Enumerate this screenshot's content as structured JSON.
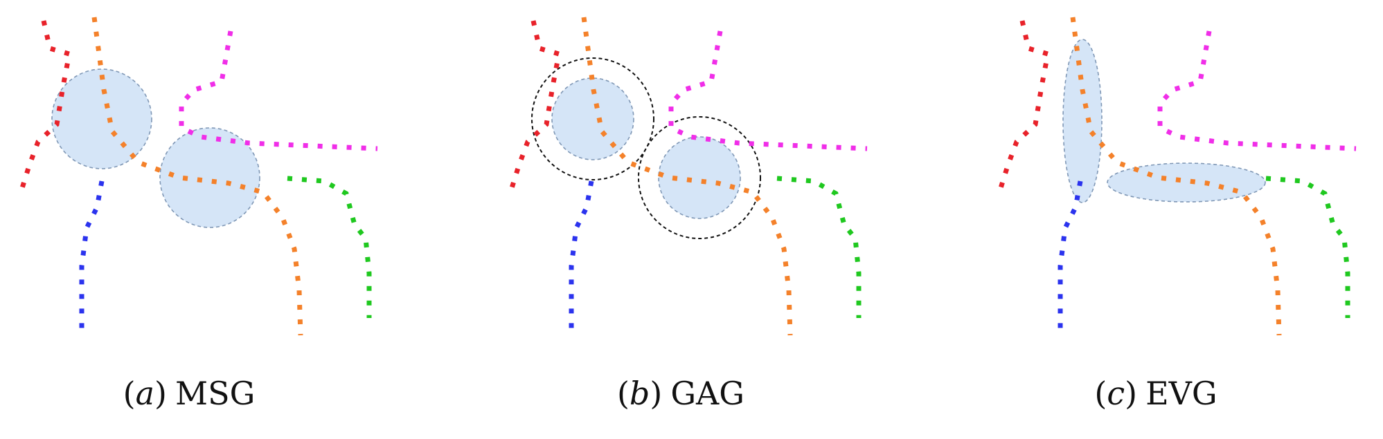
{
  "panels": [
    {
      "prefix": "(",
      "letter": "a",
      "suffix": ")",
      "name": "MSG"
    },
    {
      "prefix": "(",
      "letter": "b",
      "suffix": ")",
      "name": "GAG"
    },
    {
      "prefix": "(",
      "letter": "c",
      "suffix": ")",
      "name": "EVG"
    }
  ],
  "colors": {
    "red": "#e8222a",
    "orange": "#f4812a",
    "magenta": "#f02ee8",
    "blue": "#2b33ee",
    "green": "#1fc81f",
    "region_fill": "#d5e5f7",
    "ring_stroke": "#111111"
  },
  "trajectory_icons": [
    "red-trajectory",
    "orange-trajectory",
    "magenta-trajectory",
    "blue-trajectory",
    "green-trajectory"
  ]
}
